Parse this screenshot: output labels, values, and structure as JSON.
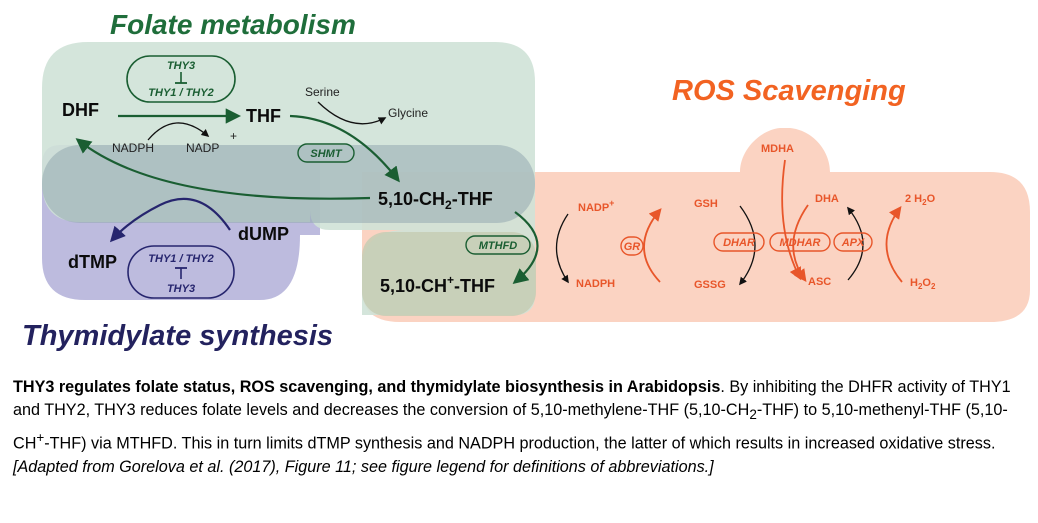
{
  "colors": {
    "folate_region": "#cfe2d7",
    "folate_title": "#1f6e3b",
    "thymidylate_region": "#b9b7dc",
    "thymidylate_title": "#23225e",
    "ros_region": "#fbd3c2",
    "ros_title": "#f26322",
    "green_arrow": "#1a5e32",
    "blue_arrow": "#26256e",
    "orange_arrow": "#e8562a"
  },
  "titles": {
    "folate": "Folate metabolism",
    "thymidylate": "Thymidylate synthesis",
    "ros": "ROS Scavenging"
  },
  "folate": {
    "thy3_top": "THY3",
    "thy_pair_top": "THY1 / THY2",
    "dhf": "DHF",
    "thf": "THF",
    "nadph": "NADPH",
    "nadp": "NADP",
    "plus": "+",
    "serine": "Serine",
    "glycine": "Glycine",
    "shmt": "SHMT",
    "ch2_prefix": "5,10-CH",
    "ch2_sub": "2",
    "ch2_suffix": "-THF",
    "mthfd": "MTHFD",
    "ch_prefix": "5,10-CH",
    "ch_sup": "+",
    "ch_suffix": "-THF"
  },
  "thymidylate": {
    "dtmp": "dTMP",
    "dump": "dUMP",
    "thy_pair_bottom": "THY1 / THY2",
    "thy3_bottom": "THY3"
  },
  "ros": {
    "nadp_plus": "NADP",
    "plus": "+",
    "nadph": "NADPH",
    "gr": "GR",
    "gsh": "GSH",
    "gssg": "GSSG",
    "mdha": "MDHA",
    "dha": "DHA",
    "asc": "ASC",
    "dhar": "DHAR",
    "mdhar": "MDHAR",
    "apx": "APX",
    "water_pre": "2 H",
    "water_sub": "2",
    "water_post": "O",
    "h2o2_h": "H",
    "h2o2_sub1": "2",
    "h2o2_o": "O",
    "h2o2_sub2": "2"
  },
  "caption": {
    "bold": "THY3 regulates folate status, ROS scavenging, and thymidylate biosynthesis in Arabidopsis",
    "part1": ". By inhibiting the DHFR activity of THY1 and THY2, THY3 reduces folate levels and decreases the conversion of 5,10-methylene-THF (5,10-CH",
    "sub2": "2",
    "part2": "-THF) to 5,10-methenyl-THF (5,10-CH",
    "sup_plus": "+",
    "part3": "-THF) via MTHFD. This in turn limits dTMP synthesis and NADPH production, the latter of which results in increased oxidative stress.  ",
    "italic": "[Adapted from Gorelova et al. (2017), Figure 11; see figure legend for definitions of abbreviations.]"
  }
}
